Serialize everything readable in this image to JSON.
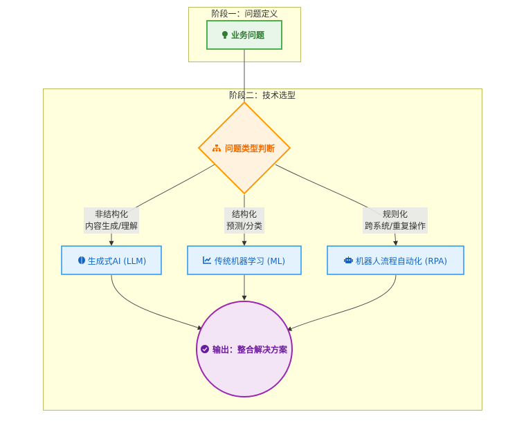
{
  "colors": {
    "cluster_fill": "#ffffde",
    "cluster_stroke": "#b8bd5e",
    "edge": "#555555",
    "edge_label_bg": "#e8e8e8",
    "start_fill": "#e8f5e9",
    "start_stroke": "#4caf50",
    "start_text": "#2e7d32",
    "decision_fill": "#fff3e0",
    "decision_stroke": "#ff9800",
    "decision_text": "#ef6c00",
    "tech_fill": "#e3f2fd",
    "tech_stroke": "#2196f3",
    "tech_text": "#1565c0",
    "output_fill": "#f3e5f5",
    "output_stroke": "#9c27b0",
    "output_text": "#6a1b9a"
  },
  "clusters": {
    "stage1": {
      "label": "阶段一：问题定义"
    },
    "stage2": {
      "label": "阶段二：技术选型"
    }
  },
  "nodes": {
    "business_problem": {
      "icon": "lightbulb-icon",
      "label": "业务问题"
    },
    "problem_type": {
      "icon": "sitemap-icon",
      "label": "问题类型判断"
    },
    "genai": {
      "icon": "brain-icon",
      "label": "生成式AI (LLM)"
    },
    "ml": {
      "icon": "chart-line-icon",
      "label": "传统机器学习 (ML)"
    },
    "rpa": {
      "icon": "robot-icon",
      "label": "机器人流程自动化 (RPA)"
    },
    "output": {
      "icon": "check-circle-icon",
      "label": "输出：整合解决方案"
    }
  },
  "edges": {
    "to_genai": {
      "line1": "非结构化",
      "line2": "内容生成/理解"
    },
    "to_ml": {
      "line1": "结构化",
      "line2": "预测/分类"
    },
    "to_rpa": {
      "line1": "规则化",
      "line2": "跨系统/重复操作"
    }
  }
}
